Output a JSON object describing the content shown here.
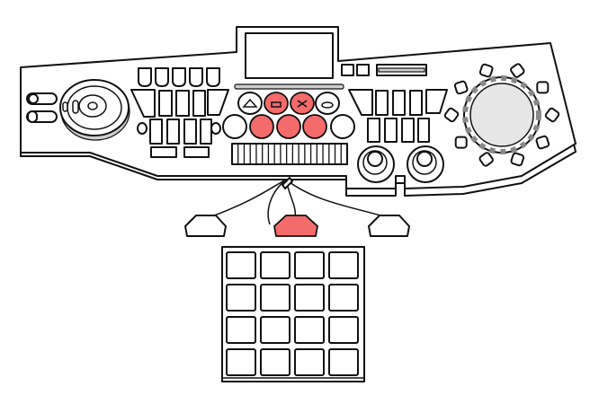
{
  "illustration": {
    "subject": "control-console",
    "colors": {
      "accent": "#f36b6b",
      "outline": "#111111",
      "fill": "#ffffff",
      "dial_face": "#e4e4e4"
    },
    "transport_buttons": [
      {
        "icon": "triangle-icon",
        "active": false
      },
      {
        "icon": "stop-icon",
        "active": true
      },
      {
        "icon": "close-icon",
        "active": true
      },
      {
        "icon": "oval-icon",
        "active": false
      }
    ],
    "large_buttons_active": [
      false,
      true,
      true,
      true,
      false
    ],
    "pedals_active": [
      false,
      true,
      false
    ],
    "keypad": {
      "rows": 4,
      "cols": 4
    }
  }
}
